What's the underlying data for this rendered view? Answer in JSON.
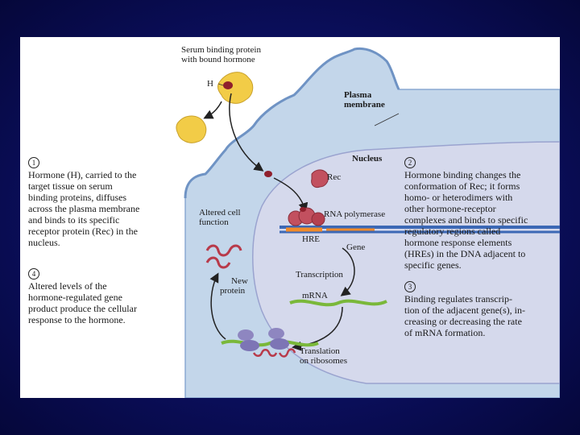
{
  "labels": {
    "serum_binding_protein": "Serum binding protein",
    "with_bound_hormone": "with bound hormone",
    "h": "H",
    "plasma": "Plasma",
    "membrane": "membrane",
    "nucleus": "Nucleus",
    "rec": "Rec",
    "rna_polymerase": "RNA polymerase",
    "altered_cell": "Altered cell",
    "function": "function",
    "hre": "HRE",
    "gene": "Gene",
    "transcription": "Transcription",
    "new": "New",
    "protein": "protein",
    "mrna": "mRNA",
    "translation": "Translation",
    "on_ribosomes": "on ribosomes"
  },
  "steps": [
    {
      "number": "1",
      "lines": [
        "Hormone (H), carried to the",
        "target tissue on serum",
        "binding proteins, diffuses",
        "across the plasma membrane",
        "and binds to its specific",
        "receptor protein (Rec) in the",
        "nucleus."
      ]
    },
    {
      "number": "2",
      "lines": [
        "Hormone binding changes the",
        "conformation of Rec; it forms",
        "homo- or heterodimers with",
        "other hormone-receptor",
        "complexes and binds to specific",
        "regulatory regions called",
        "hormone response elements",
        "(HREs) in the DNA adjacent to",
        "specific genes."
      ]
    },
    {
      "number": "3",
      "lines": [
        "Binding regulates transcrip-",
        "tion of the adjacent gene(s), in-",
        "creasing or decreasing the rate",
        "of mRNA formation."
      ]
    },
    {
      "number": "4",
      "lines": [
        "Altered levels of the",
        "hormone-regulated gene",
        "product produce the cellular",
        "response to the hormone."
      ]
    }
  ],
  "colors": {
    "background": "#0b0f5e",
    "cell": "#c3d6ea",
    "nucleus": "#d5d9ec",
    "membrane_edge": "#6f93c4",
    "binding_protein": "#f2cc47",
    "hormone": "#8f1f2c",
    "receptor": "#c2505f",
    "dna_blue": "#3c68b5",
    "dna_orange": "#f08a2a",
    "mrna": "#7ab83a",
    "ribosome": "#8e86c0"
  },
  "icons": [
    "binding-protein-icon",
    "hormone-icon",
    "receptor-icon",
    "rna-polymerase-icon",
    "ribosome-icon",
    "protein-helix-icon"
  ]
}
